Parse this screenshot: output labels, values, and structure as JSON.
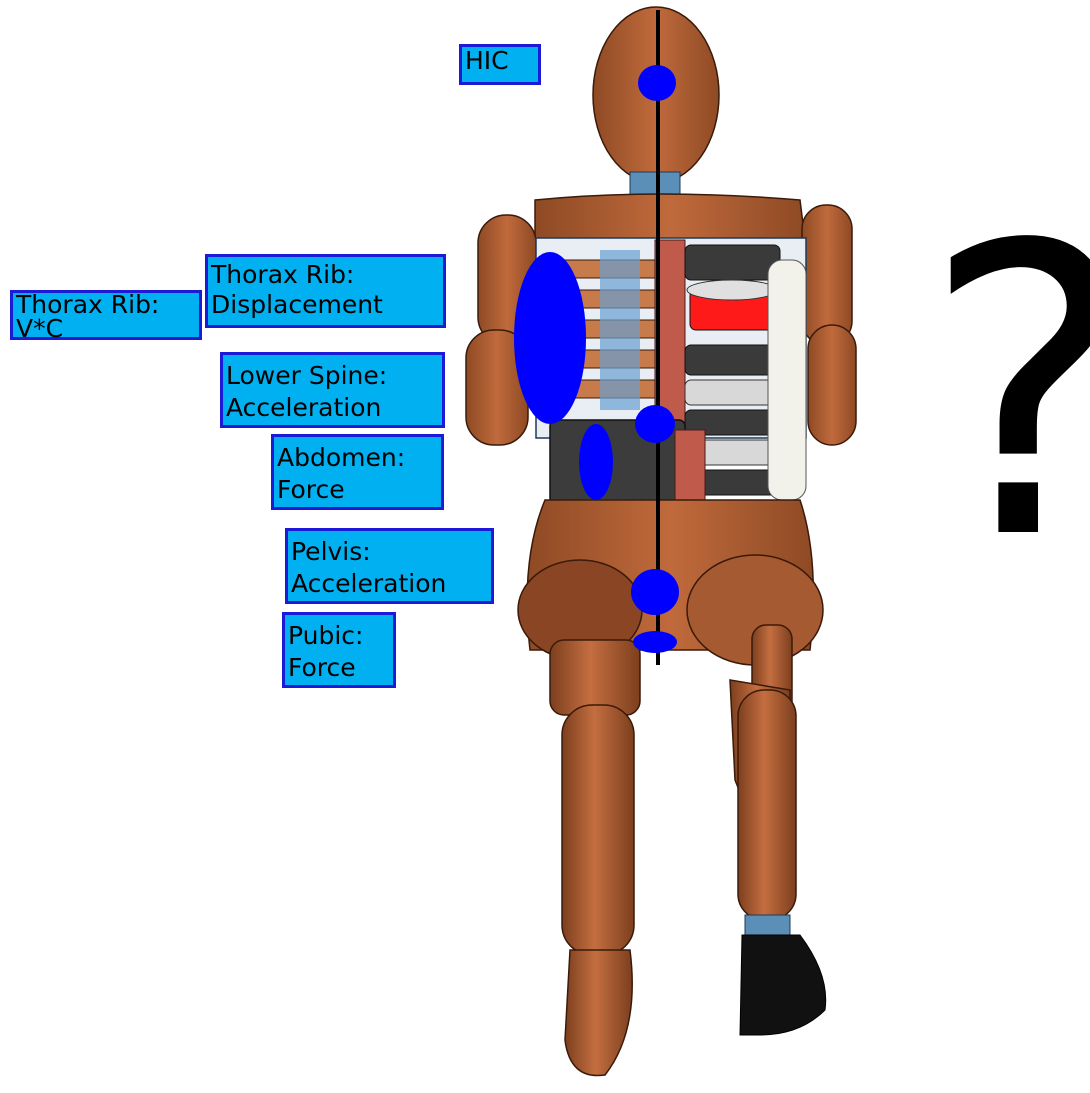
{
  "labels": {
    "hic": {
      "line1": "HIC"
    },
    "thorax_vc": {
      "line1": "Thorax Rib:",
      "line2": "V*C"
    },
    "thorax_disp": {
      "line1": "Thorax Rib:",
      "line2": "Displacement"
    },
    "lower_spine": {
      "line1": "Lower Spine:",
      "line2": "Acceleration"
    },
    "abdomen": {
      "line1": "Abdomen:",
      "line2": "Force"
    },
    "pelvis": {
      "line1": "Pelvis:",
      "line2": "Acceleration"
    },
    "pubic": {
      "line1": "Pubic:",
      "line2": "Force"
    }
  },
  "question_mark": "?",
  "colors": {
    "label_fill": "#00b0f0",
    "label_border": "#1a1ad8",
    "marker": "#0000ff",
    "skin": "#b8653a",
    "skin_dark": "#7a3e1e",
    "rib_gray": "#d8d8d8",
    "rib_dark": "#3a3a3a",
    "rib_red": "#ff1a1a"
  }
}
